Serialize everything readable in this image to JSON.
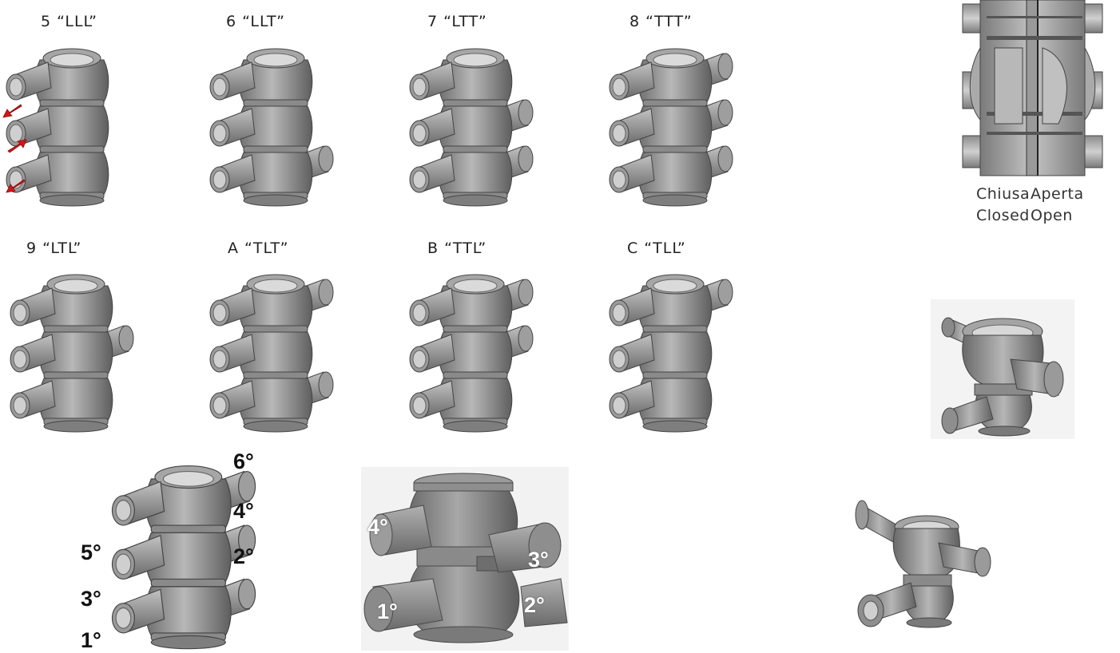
{
  "configurations": [
    {
      "label": "5 “LLL”"
    },
    {
      "label": "6 “LLT”"
    },
    {
      "label": "7 “LTT”"
    },
    {
      "label": "8 “TTT”"
    },
    {
      "label": "9 “LTL”"
    },
    {
      "label": "A “TLT”"
    },
    {
      "label": "B “TTL”"
    },
    {
      "label": "C “TLL”"
    }
  ],
  "section_view": {
    "left_it": "Chiusa",
    "left_en": "Closed",
    "right_it": "Aperta",
    "right_en": "Open"
  },
  "stack_ports": [
    "6°",
    "4°",
    "5°",
    "2°",
    "3°",
    "1°"
  ],
  "cutaway_ports": [
    "4°",
    "3°",
    "2°",
    "1°"
  ],
  "colors": {
    "metal": "#8a8a8a",
    "metal_light": "#b4b4b4",
    "metal_dark": "#5a5a5a",
    "arrow": "#d01818"
  }
}
